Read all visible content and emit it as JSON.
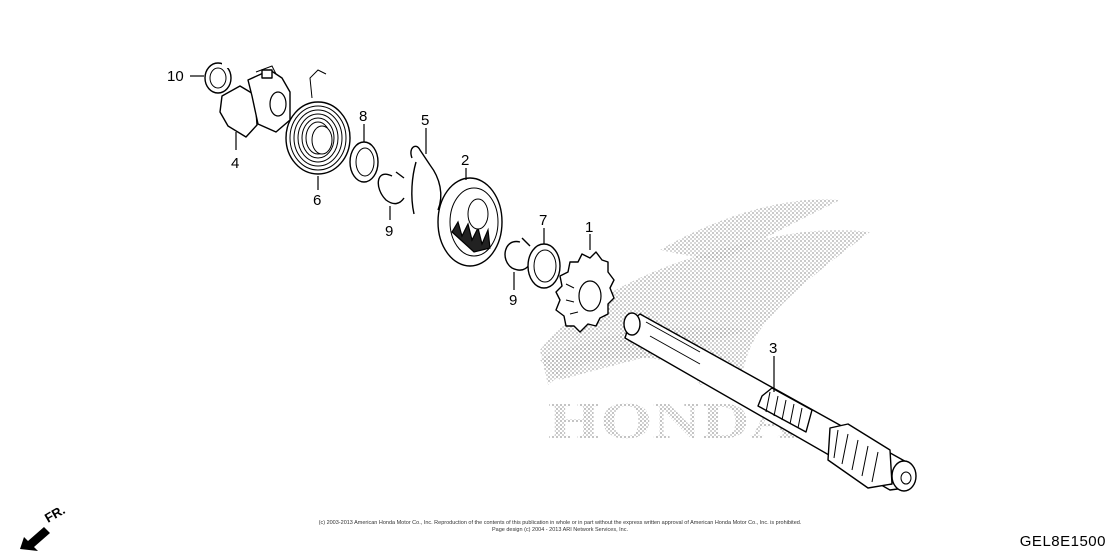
{
  "callouts": {
    "c1": "1",
    "c2": "2",
    "c3": "3",
    "c4": "4",
    "c5": "5",
    "c6": "6",
    "c7": "7",
    "c8": "8",
    "c9a": "9",
    "c9b": "9",
    "c10": "10"
  },
  "watermark": {
    "brand": "HONDA"
  },
  "direction": {
    "label": "FR."
  },
  "diagram_code": "GEL8E1500",
  "copyright": {
    "line1": "(c) 2003-2013 American Honda Motor Co., Inc. Reproduction of the contents of this publication in whole or in part without the express written approval of American Honda Motor Co., Inc. is prohibited.",
    "line2": "Page design (c) 2004 - 2013 ARI Network Services, Inc."
  }
}
